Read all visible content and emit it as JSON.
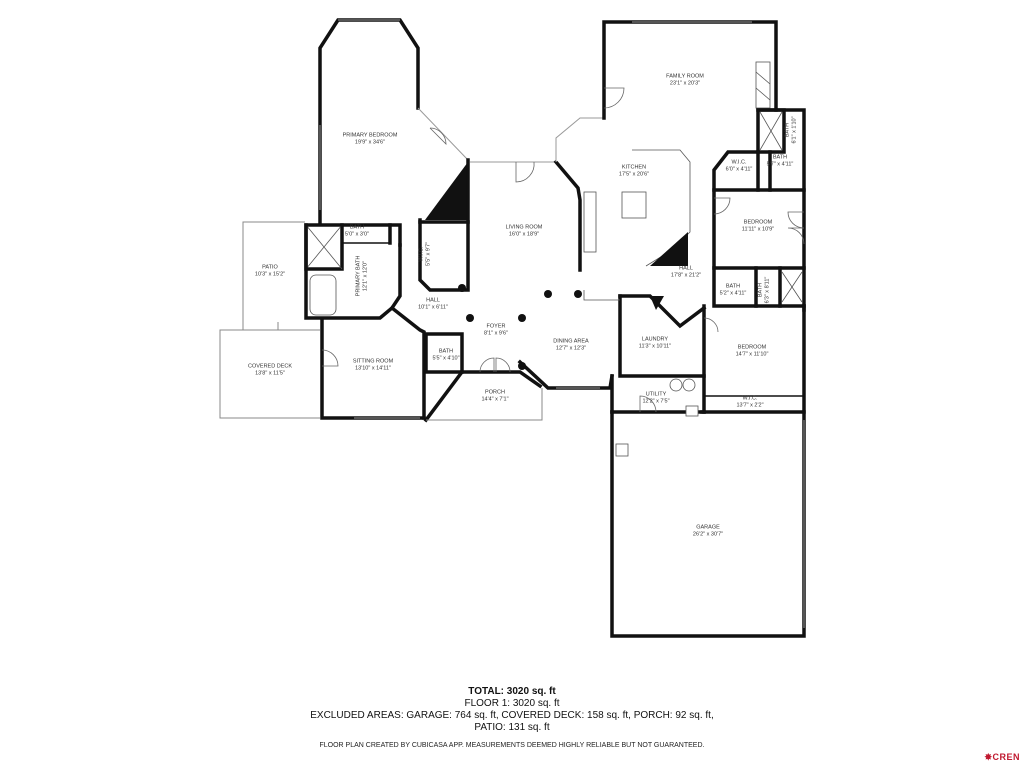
{
  "rooms": {
    "family_room": {
      "name": "FAMILY ROOM",
      "dims": "23'1\" x 20'3\""
    },
    "primary_bedroom": {
      "name": "PRIMARY BEDROOM",
      "dims": "19'9\" x 34'6\""
    },
    "kitchen": {
      "name": "KITCHEN",
      "dims": "17'5\" x 20'6\""
    },
    "living_room": {
      "name": "LIVING ROOM",
      "dims": "16'0\" x 18'9\""
    },
    "wic_east": {
      "name": "W.I.C.",
      "dims": "6'0\" x 4'11\""
    },
    "bath_east_top": {
      "name": "BATH",
      "dims": "6'1\" x 1'10\""
    },
    "bath_east_mid": {
      "name": "BATH",
      "dims": "5'7\" x 4'11\""
    },
    "bedroom_east": {
      "name": "BEDROOM",
      "dims": "11'11\" x 10'9\""
    },
    "patio": {
      "name": "PATIO",
      "dims": "10'3\" x 15'2\""
    },
    "bath_primary_small": {
      "name": "BATH",
      "dims": "5'0\" x 3'0\""
    },
    "primary_bath": {
      "name": "PRIMARY BATH",
      "dims": "12'1\" x 12'0\""
    },
    "wic_primary": {
      "name": "W.I.C.",
      "dims": "5'5\" x 9'7\""
    },
    "hall_west": {
      "name": "HALL",
      "dims": "10'1\" x 6'11\""
    },
    "hall_east": {
      "name": "HALL",
      "dims": "17'8\" x 21'2\""
    },
    "bath_hall_1": {
      "name": "BATH",
      "dims": "5'2\" x 4'11\""
    },
    "bath_hall_2": {
      "name": "BATH",
      "dims": "6'3\" x 8'11\""
    },
    "covered_deck": {
      "name": "COVERED DECK",
      "dims": "13'8\" x 11'5\""
    },
    "sitting_room": {
      "name": "SITTING ROOM",
      "dims": "13'10\" x 14'11\""
    },
    "foyer": {
      "name": "FOYER",
      "dims": "8'1\" x 9'6\""
    },
    "bath_foyer": {
      "name": "BATH",
      "dims": "5'5\" x 4'10\""
    },
    "dining_area": {
      "name": "DINING AREA",
      "dims": "12'7\" x 12'3\""
    },
    "laundry": {
      "name": "LAUNDRY",
      "dims": "11'3\" x 10'11\""
    },
    "bedroom_south": {
      "name": "BEDROOM",
      "dims": "14'7\" x 11'10\""
    },
    "porch": {
      "name": "PORCH",
      "dims": "14'4\" x 7'1\""
    },
    "utility": {
      "name": "UTILITY",
      "dims": "12'2\" x 7'5\""
    },
    "wic_south": {
      "name": "W.I.C.",
      "dims": "13'7\" x 2'2\""
    },
    "garage": {
      "name": "GARAGE",
      "dims": "26'2\" x 30'7\""
    }
  },
  "summary": {
    "total": "TOTAL: 3020 sq. ft",
    "floor1": "FLOOR 1: 3020 sq. ft",
    "excluded": "EXCLUDED AREAS: GARAGE: 764 sq. ft, COVERED DECK: 158 sq. ft, PORCH: 92 sq. ft,",
    "patio": "PATIO: 131 sq. ft",
    "disclaimer": "FLOOR PLAN CREATED BY CUBICASA APP. MEASUREMENTS DEEMED HIGHLY RELIABLE BUT NOT GUARANTEED."
  },
  "brand": {
    "logo_text": "CREN",
    "logo_color": "#c0182f"
  }
}
